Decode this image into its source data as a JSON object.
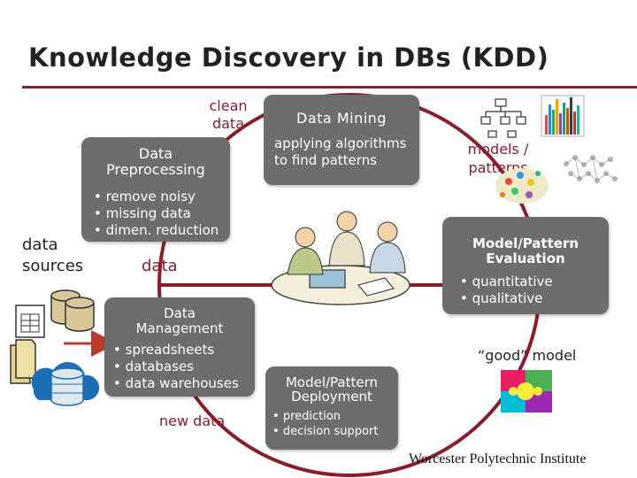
{
  "title": "Knowledge Discovery in DBs (KDD)",
  "labels": {
    "clean_data": "clean\ndata",
    "data_sources": "data\nsources",
    "data": "data",
    "new_data": "new data",
    "models_patterns": "models /\npatterns",
    "good_model": "“good” model",
    "footer": "Worcester Polytechnic Institute"
  },
  "preprocessing": {
    "title": "Data\nPreprocessing",
    "items": [
      "remove noisy",
      "missing data",
      "dimen. reduction"
    ]
  },
  "mining": {
    "title": "Data Mining",
    "subtitle": "applying algorithms\nto find patterns"
  },
  "evaluation": {
    "title": "Model/Pattern\nEvaluation",
    "items": [
      "quantitative",
      "qualitative"
    ]
  },
  "management": {
    "title": "Data\nManagement",
    "items": [
      "spreadsheets",
      "databases",
      "data warehouses"
    ]
  },
  "deployment": {
    "title": "Model/Pattern\nDeployment",
    "items": [
      "prediction",
      "decision support"
    ]
  },
  "colors": {
    "accent": "#8b1c2c",
    "box": "#6d6d6d"
  },
  "icons": [
    "spreadsheet-icon",
    "database-icon",
    "folder-icon",
    "cloud-database-icon",
    "people-meeting-icon",
    "tree-diagram-icon",
    "bar-chart-icon",
    "network-icon",
    "puzzle-icon"
  ]
}
